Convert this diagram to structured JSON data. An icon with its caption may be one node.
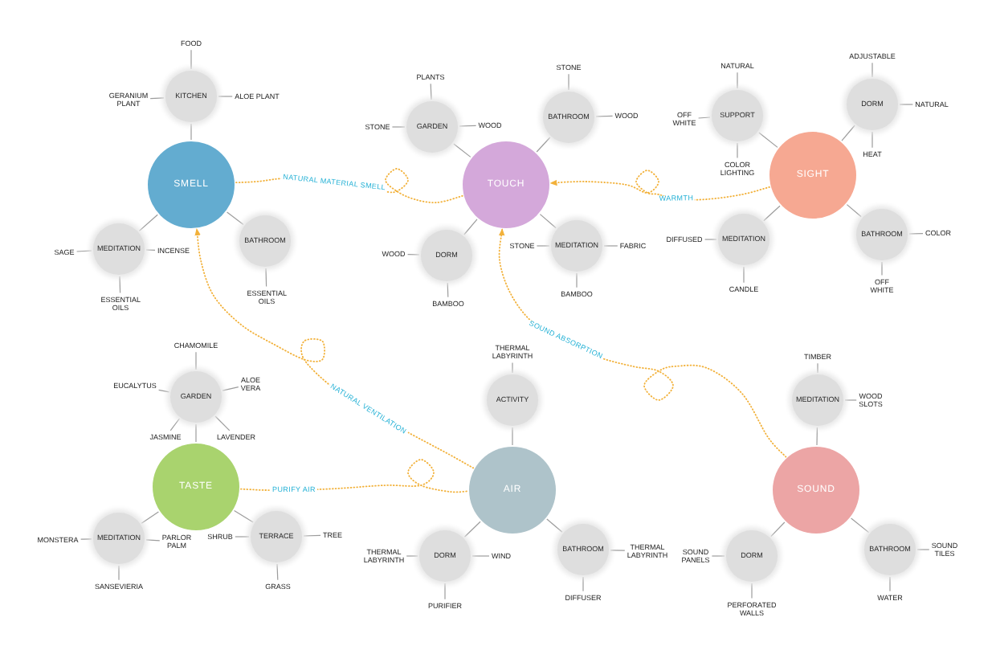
{
  "diagram": {
    "nodes": [
      {
        "text": [
          "SMELL"
        ]
      },
      {
        "text": [
          "KITCHEN"
        ]
      },
      {
        "text": [
          "FOOD"
        ]
      },
      {
        "text": [
          "GERANIUM PLANT"
        ]
      },
      {
        "text": [
          "ALOE PLANT"
        ]
      },
      {
        "text": [
          "MEDITATION"
        ]
      },
      {
        "text": [
          "SAGE"
        ]
      },
      {
        "text": [
          "INCENSE"
        ]
      },
      {
        "text": [
          "ESSENTIAL OILS"
        ]
      },
      {
        "text": [
          "BATHROOM"
        ]
      },
      {
        "text": [
          "ESSENTIAL OILS"
        ]
      },
      {
        "text": [
          "TOUCH"
        ]
      },
      {
        "text": [
          "GARDEN"
        ]
      },
      {
        "text": [
          "PLANTS"
        ]
      },
      {
        "text": [
          "STONE"
        ]
      },
      {
        "text": [
          "WOOD"
        ]
      },
      {
        "text": [
          "BATHROOM"
        ]
      },
      {
        "text": [
          "STONE"
        ]
      },
      {
        "text": [
          "WOOD"
        ]
      },
      {
        "text": [
          "DORM"
        ]
      },
      {
        "text": [
          "WOOD"
        ]
      },
      {
        "text": [
          "BAMBOO"
        ]
      },
      {
        "text": [
          "MEDITATION"
        ]
      },
      {
        "text": [
          "STONE"
        ]
      },
      {
        "text": [
          "FABRIC"
        ]
      },
      {
        "text": [
          "BAMBOO"
        ]
      },
      {
        "text": [
          "SIGHT"
        ]
      },
      {
        "text": [
          "SUPPORT"
        ]
      },
      {
        "text": [
          "NATURAL"
        ]
      },
      {
        "text": [
          "OFF WHITE"
        ]
      },
      {
        "text": [
          "COLOR LIGHTING"
        ]
      },
      {
        "text": [
          "DORM"
        ]
      },
      {
        "text": [
          "ADJUSTABLE"
        ]
      },
      {
        "text": [
          "NATURAL"
        ]
      },
      {
        "text": [
          "HEAT"
        ]
      },
      {
        "text": [
          "MEDITATION"
        ]
      },
      {
        "text": [
          "DIFFUSED"
        ]
      },
      {
        "text": [
          "CANDLE"
        ]
      },
      {
        "text": [
          "BATHROOM"
        ]
      },
      {
        "text": [
          "COLOR"
        ]
      },
      {
        "text": [
          "OFF WHITE"
        ]
      },
      {
        "text": [
          "TASTE"
        ]
      },
      {
        "text": [
          "GARDEN"
        ]
      },
      {
        "text": [
          "CHAMOMILE"
        ]
      },
      {
        "text": [
          "EUCALYTUS"
        ]
      },
      {
        "text": [
          "ALOE VERA"
        ]
      },
      {
        "text": [
          "JASMINE"
        ]
      },
      {
        "text": [
          "LAVENDER"
        ]
      },
      {
        "text": [
          "MEDITATION"
        ]
      },
      {
        "text": [
          "MONSTERA"
        ]
      },
      {
        "text": [
          "PARLOR PALM"
        ]
      },
      {
        "text": [
          "SANSEVIERIA"
        ]
      },
      {
        "text": [
          "TERRACE"
        ]
      },
      {
        "text": [
          "SHRUB"
        ]
      },
      {
        "text": [
          "TREE"
        ]
      },
      {
        "text": [
          "GRASS"
        ]
      },
      {
        "text": [
          "AIR"
        ]
      },
      {
        "text": [
          "ACTIVITY"
        ]
      },
      {
        "text": [
          "THERMAL LABYRINTH"
        ]
      },
      {
        "text": [
          "DORM"
        ]
      },
      {
        "text": [
          "THERMAL LABYRINTH"
        ]
      },
      {
        "text": [
          "WIND"
        ]
      },
      {
        "text": [
          "PURIFIER"
        ]
      },
      {
        "text": [
          "BATHROOM"
        ]
      },
      {
        "text": [
          "THERMAL LABYRINTH"
        ]
      },
      {
        "text": [
          "DIFFUSER"
        ]
      },
      {
        "text": [
          "SOUND"
        ]
      },
      {
        "text": [
          "MEDITATION"
        ]
      },
      {
        "text": [
          "TIMBER"
        ]
      },
      {
        "text": [
          "WOOD SLOTS"
        ]
      },
      {
        "text": [
          "DORM"
        ]
      },
      {
        "text": [
          "SOUND PANELS"
        ]
      },
      {
        "text": [
          "PERFORATED WALLS"
        ]
      },
      {
        "text": [
          "BATHROOM"
        ]
      },
      {
        "text": [
          "SOUND TILES"
        ]
      },
      {
        "text": [
          "WATER"
        ]
      }
    ],
    "edges": [
      {
        "from": 0,
        "to": 1,
        "arrow": "none"
      },
      {
        "from": 1,
        "to": 2,
        "arrow": "none"
      },
      {
        "from": 1,
        "to": 3,
        "arrow": "none"
      },
      {
        "from": 1,
        "to": 4,
        "arrow": "none"
      },
      {
        "from": 0,
        "to": 5,
        "arrow": "none"
      },
      {
        "from": 5,
        "to": 6,
        "arrow": "none"
      },
      {
        "from": 5,
        "to": 7,
        "arrow": "none"
      },
      {
        "from": 5,
        "to": 8,
        "arrow": "none"
      },
      {
        "from": 0,
        "to": 9,
        "arrow": "none"
      },
      {
        "from": 9,
        "to": 10,
        "arrow": "none"
      },
      {
        "from": 11,
        "to": 12,
        "arrow": "none"
      },
      {
        "from": 12,
        "to": 13,
        "arrow": "none"
      },
      {
        "from": 12,
        "to": 14,
        "arrow": "none"
      },
      {
        "from": 12,
        "to": 15,
        "arrow": "none"
      },
      {
        "from": 11,
        "to": 16,
        "arrow": "none"
      },
      {
        "from": 16,
        "to": 17,
        "arrow": "none"
      },
      {
        "from": 16,
        "to": 18,
        "arrow": "none"
      },
      {
        "from": 11,
        "to": 19,
        "arrow": "none"
      },
      {
        "from": 19,
        "to": 20,
        "arrow": "none"
      },
      {
        "from": 19,
        "to": 21,
        "arrow": "none"
      },
      {
        "from": 11,
        "to": 22,
        "arrow": "none"
      },
      {
        "from": 22,
        "to": 23,
        "arrow": "none"
      },
      {
        "from": 22,
        "to": 24,
        "arrow": "none"
      },
      {
        "from": 22,
        "to": 25,
        "arrow": "none"
      },
      {
        "from": 26,
        "to": 27,
        "arrow": "none"
      },
      {
        "from": 27,
        "to": 28,
        "arrow": "none"
      },
      {
        "from": 27,
        "to": 29,
        "arrow": "none"
      },
      {
        "from": 27,
        "to": 30,
        "arrow": "none"
      },
      {
        "from": 26,
        "to": 31,
        "arrow": "none"
      },
      {
        "from": 31,
        "to": 32,
        "arrow": "none"
      },
      {
        "from": 31,
        "to": 33,
        "arrow": "none"
      },
      {
        "from": 31,
        "to": 34,
        "arrow": "none"
      },
      {
        "from": 26,
        "to": 35,
        "arrow": "none"
      },
      {
        "from": 35,
        "to": 36,
        "arrow": "none"
      },
      {
        "from": 35,
        "to": 37,
        "arrow": "none"
      },
      {
        "from": 26,
        "to": 38,
        "arrow": "none"
      },
      {
        "from": 38,
        "to": 39,
        "arrow": "none"
      },
      {
        "from": 38,
        "to": 40,
        "arrow": "none"
      },
      {
        "from": 41,
        "to": 42,
        "arrow": "none"
      },
      {
        "from": 42,
        "to": 43,
        "arrow": "none"
      },
      {
        "from": 42,
        "to": 44,
        "arrow": "none"
      },
      {
        "from": 42,
        "to": 45,
        "arrow": "none"
      },
      {
        "from": 42,
        "to": 46,
        "arrow": "none"
      },
      {
        "from": 42,
        "to": 47,
        "arrow": "none"
      },
      {
        "from": 41,
        "to": 48,
        "arrow": "none"
      },
      {
        "from": 48,
        "to": 49,
        "arrow": "none"
      },
      {
        "from": 48,
        "to": 50,
        "arrow": "none"
      },
      {
        "from": 48,
        "to": 51,
        "arrow": "none"
      },
      {
        "from": 41,
        "to": 52,
        "arrow": "none"
      },
      {
        "from": 52,
        "to": 53,
        "arrow": "none"
      },
      {
        "from": 52,
        "to": 54,
        "arrow": "none"
      },
      {
        "from": 52,
        "to": 55,
        "arrow": "none"
      },
      {
        "from": 56,
        "to": 57,
        "arrow": "none"
      },
      {
        "from": 57,
        "to": 58,
        "arrow": "none"
      },
      {
        "from": 56,
        "to": 59,
        "arrow": "none"
      },
      {
        "from": 59,
        "to": 60,
        "arrow": "none"
      },
      {
        "from": 59,
        "to": 61,
        "arrow": "none"
      },
      {
        "from": 59,
        "to": 62,
        "arrow": "none"
      },
      {
        "from": 56,
        "to": 63,
        "arrow": "none"
      },
      {
        "from": 63,
        "to": 64,
        "arrow": "none"
      },
      {
        "from": 63,
        "to": 65,
        "arrow": "none"
      },
      {
        "from": 66,
        "to": 67,
        "arrow": "none"
      },
      {
        "from": 67,
        "to": 68,
        "arrow": "none"
      },
      {
        "from": 67,
        "to": 69,
        "arrow": "none"
      },
      {
        "from": 66,
        "to": 70,
        "arrow": "none"
      },
      {
        "from": 70,
        "to": 71,
        "arrow": "none"
      },
      {
        "from": 70,
        "to": 72,
        "arrow": "none"
      },
      {
        "from": 66,
        "to": 73,
        "arrow": "none"
      },
      {
        "from": 73,
        "to": 74,
        "arrow": "none"
      },
      {
        "from": 73,
        "to": 75,
        "arrow": "none"
      },
      {
        "from": 11,
        "to": 0,
        "arrow": "none",
        "label": "NATURAL MATERIAL SMELL",
        "style": "dashed",
        "color": "#f2b13a"
      },
      {
        "from": 26,
        "to": 11,
        "arrow": "to",
        "label": "WARMTH",
        "style": "dashed",
        "color": "#f2b13a"
      },
      {
        "from": 66,
        "to": 11,
        "arrow": "to",
        "label": "SOUND ABSORPTION",
        "style": "dashed",
        "color": "#f2b13a"
      },
      {
        "from": 56,
        "to": 0,
        "arrow": "to",
        "label": "NATURAL VENTILATION",
        "style": "dashed",
        "color": "#f2b13a"
      },
      {
        "from": 41,
        "to": 56,
        "arrow": "none",
        "label": "PURIFY AIR",
        "style": "dashed",
        "color": "#f2b13a"
      }
    ]
  }
}
